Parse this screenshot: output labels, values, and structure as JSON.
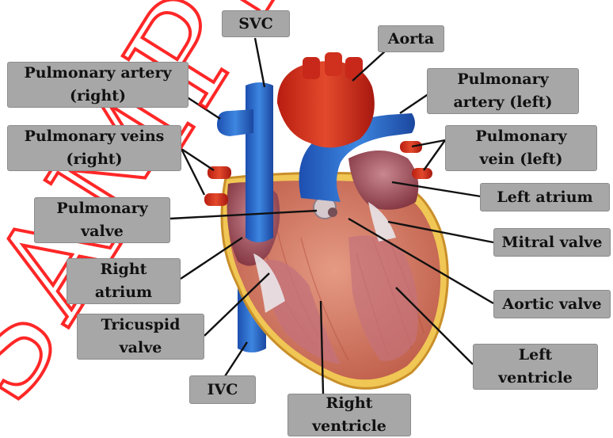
{
  "labels": {
    "svc": "SVC",
    "aorta": "Aorta",
    "pulm_artery_right": [
      "Pulmonary artery",
      "(right)"
    ],
    "pulm_artery_left": [
      "Pulmonary",
      "artery (left)"
    ],
    "pulm_veins_right": [
      "Pulmonary veins",
      "(right)"
    ],
    "pulm_vein_left": [
      "Pulmonary",
      "vein (left)"
    ],
    "left_atrium": "Left atrium",
    "pulm_valve": [
      "Pulmonary",
      "valve"
    ],
    "mitral_valve": "Mitral valve",
    "right_atrium": [
      "Right",
      "atrium"
    ],
    "aortic_valve": "Aortic valve",
    "tricuspid_valve": [
      "Tricuspid",
      "valve"
    ],
    "left_ventricle": [
      "Left",
      "ventricle"
    ],
    "ivc": "IVC",
    "right_ventricle": [
      "Right",
      "ventricle"
    ]
  },
  "watermark": "SAMPLE"
}
